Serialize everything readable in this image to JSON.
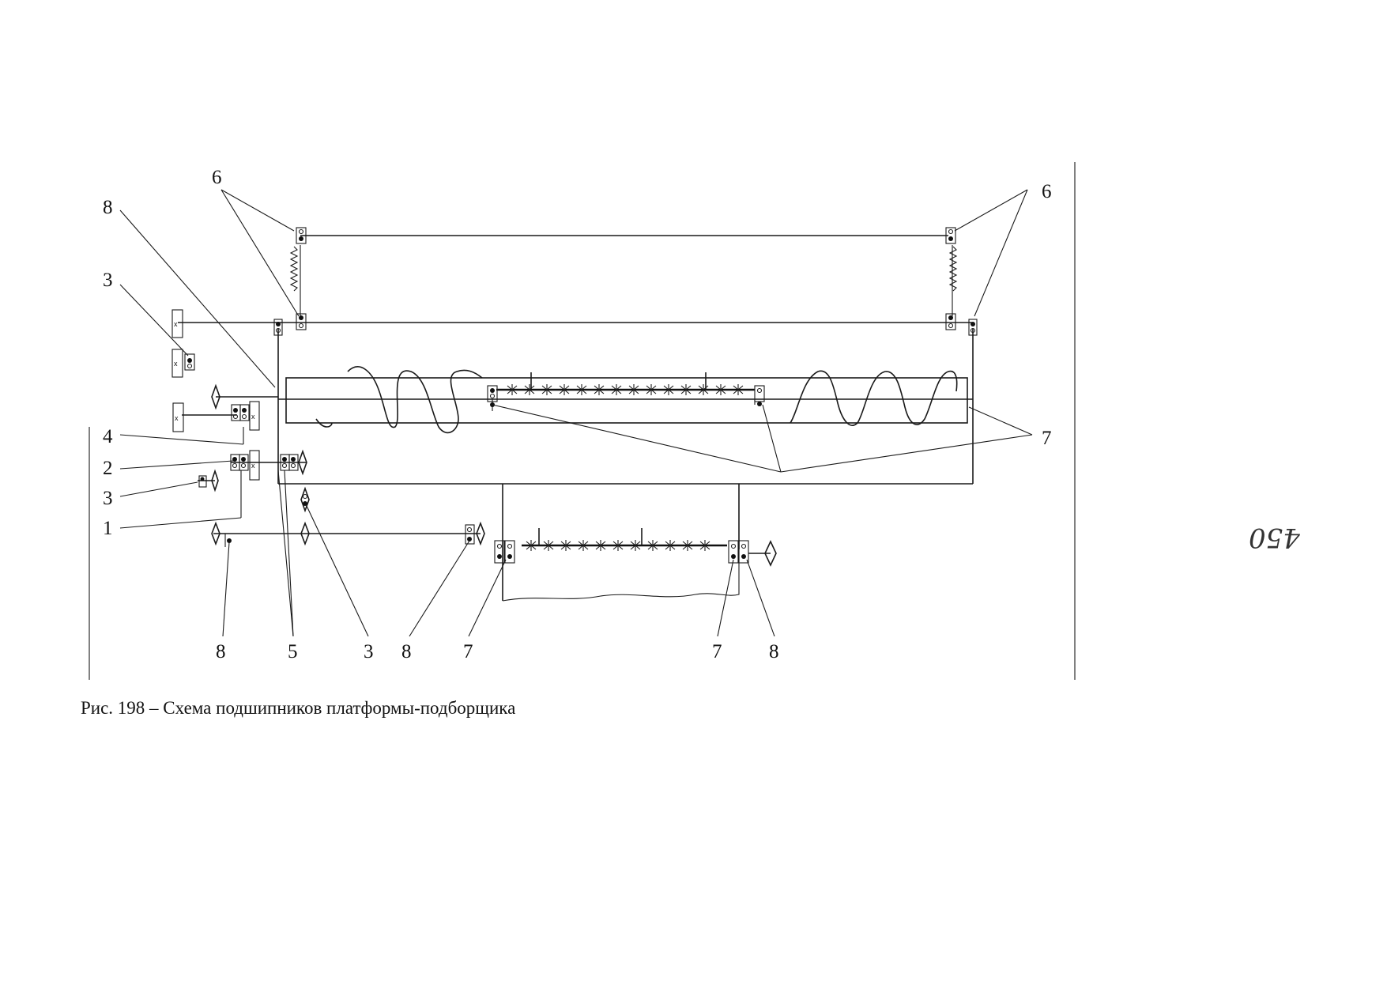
{
  "figure": {
    "caption": "Рис. 198 – Схема подшипников платформы-подборщика",
    "page_number": "450",
    "callouts": {
      "c6_left": "6",
      "c6_right": "6",
      "c8_top": "8",
      "c3_top": "3",
      "c4": "4",
      "c2": "2",
      "c3_mid": "3",
      "c1": "1",
      "c7_right": "7",
      "c8_bot1": "8",
      "c5_bot": "5",
      "c3_bot": "3",
      "c8_bot2": "8",
      "c7_bot1": "7",
      "c7_bot2": "7",
      "c8_bot3": "8"
    }
  }
}
